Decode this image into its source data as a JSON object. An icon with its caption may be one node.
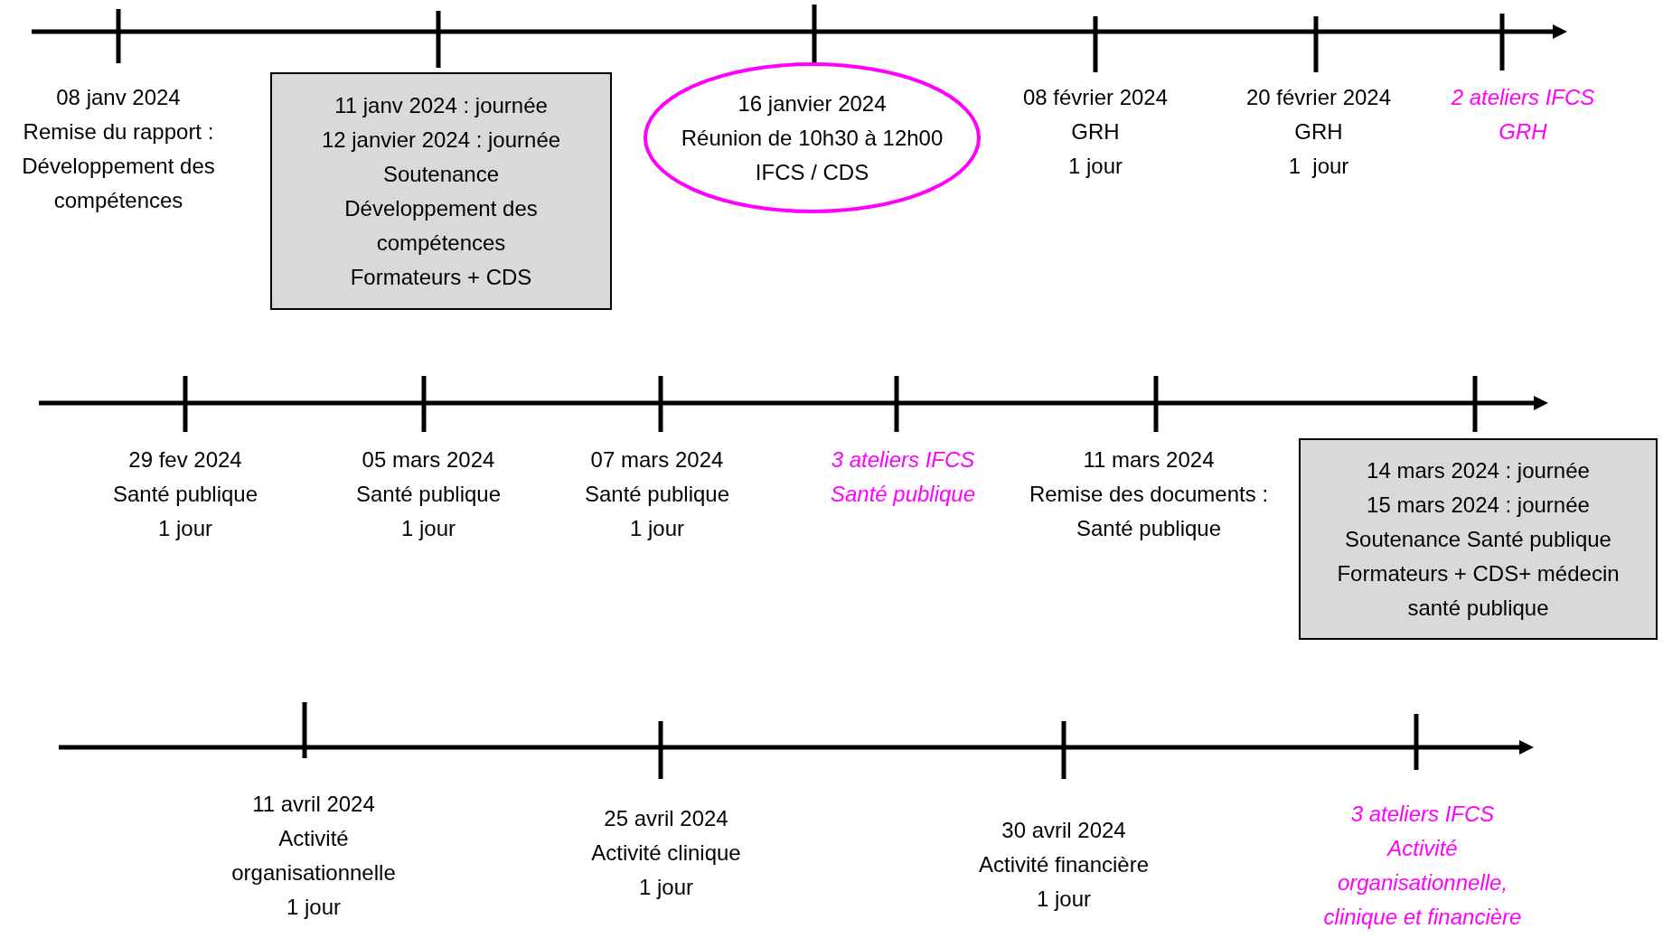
{
  "diagram": {
    "nodes": [
      {
        "text": [
          "11 janv 2024 : journée",
          "12 janvier 2024 : journée",
          "Soutenance",
          "Développement des compétences",
          "Formateurs + CDS"
        ]
      },
      {
        "text": [
          "16 janvier 2024",
          "Réunion de 10h30 à 12h00",
          "IFCS / CDS"
        ]
      },
      {
        "text": [
          "14 mars 2024 : journée",
          "15 mars 2024 : journée",
          "Soutenance Santé publique",
          "Formateurs + CDS+ médecin santé publique"
        ]
      }
    ],
    "labels": [
      "08 janv 2024",
      "Remise du rapport : Développement des compétences",
      "08 février 2024",
      "GRH",
      "1 jour",
      "20 février 2024",
      "GRH",
      "1  jour",
      "2 ateliers IFCS GRH",
      "29 fev 2024",
      "Santé publique",
      "1 jour",
      "05 mars 2024",
      "Santé publique",
      "1 jour",
      "07 mars 2024",
      "Santé publique",
      "1 jour",
      "3 ateliers IFCS Santé publique",
      "11 mars 2024",
      "Remise des documents : Santé publique",
      "11 avril 2024",
      "Activité organisationnelle",
      "1 jour",
      "25 avril 2024",
      "Activité clinique",
      "1 jour",
      "30 avril 2024",
      "Activité financière",
      "1 jour",
      "3 ateliers IFCS Activité organisationnelle, clinique et financière"
    ]
  }
}
